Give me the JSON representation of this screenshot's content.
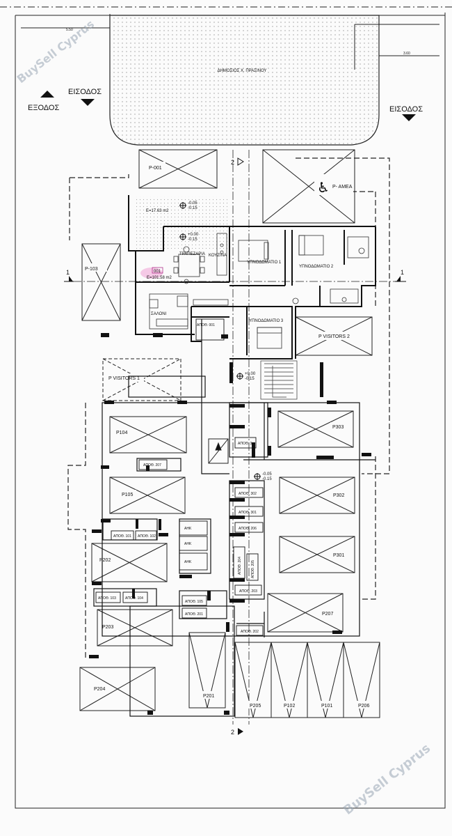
{
  "watermark": "BuySell Cyprus",
  "street_labels": {
    "exit": "ΕΞΟΔΟΣ",
    "entrance_left": "ΕΙΣΟΔΟΣ",
    "entrance_right": "ΕΙΣΟΔΟΣ"
  },
  "dimensions": {
    "left": "5.50",
    "right": "3.60"
  },
  "public_green": "ΔΗΜΟΣΙΟΣ Χ. ΠΡΑΣΙΝΟΥ",
  "section_marks": {
    "one": "1",
    "two": "2"
  },
  "levels": {
    "terrace": [
      "-0.05",
      "-0.15"
    ],
    "living": [
      "+0.00",
      "-0.15"
    ],
    "entry": [
      "+0.00",
      "-0.15"
    ],
    "south": [
      "-0.05",
      "-0.15"
    ]
  },
  "apartment": {
    "code": "001",
    "area_main": "E=101.58 m2",
    "area_terrace": "E=17.63 m2",
    "rooms": {
      "dining": "ΤΡΑΠΕΖΑΡΙΑ",
      "kitchen": "ΚΟΥΖΙΝΑ",
      "living": "ΣΑΛΟΝΙ",
      "bedroom1": "ΥΠΝΟΔΩΜΑΤΙΟ 1",
      "bedroom2": "ΥΠΝΟΔΩΜΑΤΙΟ 2",
      "bedroom3": "ΥΠΝΟΔΩΜΑΤΙΟ 3"
    }
  },
  "parking": {
    "p001": "P-001",
    "pamea": "P- AMEA",
    "p103": "P-103",
    "pvis1": "P VISITORS 1",
    "pvis2": "P VISITORS 2",
    "p104": "P104",
    "p105": "P105",
    "p202": "P202",
    "p203": "P203",
    "p204": "P204",
    "p201": "P201",
    "p303": "P303",
    "p302": "P302",
    "p301": "P301",
    "p207": "P207",
    "p205": "P205",
    "p102": "P102",
    "p101": "P101",
    "p206": "P206"
  },
  "storage": {
    "a001": "ΑΠΟΘ. 001",
    "a3": "ΑΠΟΘ. 3",
    "a207": "ΑΠΟΘ. 207",
    "a101": "ΑΠΟΘ. 101",
    "a102": "ΑΠΟΘ. 102",
    "a103": "ΑΠΟΘ. 103",
    "a104": "ΑΠΟΘ. 104",
    "a105": "ΑΠΟΘ. 105",
    "a201": "ΑΠΟΘ. 201",
    "a202": "ΑΠΟΘ. 202",
    "a203": "ΑΠΟΘ. 203",
    "a204": "ΑΠΟΘ. 204",
    "a205": "ΑΠΟΘ. 205",
    "a206": "ΑΠΟΘ. 206",
    "a301": "ΑΠΟΘ. 301",
    "a302": "ΑΠΟΘ. 302",
    "ahk": "ΑΗΚ"
  }
}
